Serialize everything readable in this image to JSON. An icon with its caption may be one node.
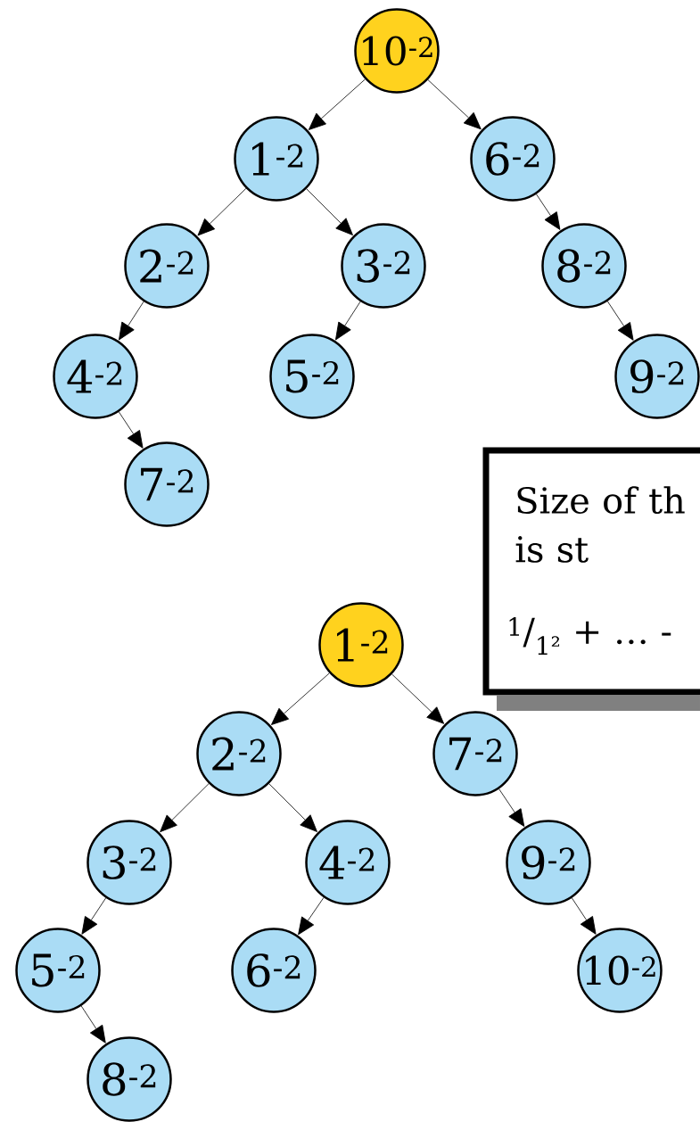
{
  "diagram": {
    "nodes": [
      {
        "text": [
          "10$^{-2}$"
        ]
      },
      {
        "text": [
          "1$^{-2}$"
        ]
      },
      {
        "text": [
          "6$^{-2}$"
        ]
      },
      {
        "text": [
          "2$^{-2}$"
        ]
      },
      {
        "text": [
          "3$^{-2}$"
        ]
      },
      {
        "text": [
          "8$^{-2}$"
        ]
      },
      {
        "text": [
          "4$^{-2}$"
        ]
      },
      {
        "text": [
          "5$^{-2}$"
        ]
      },
      {
        "text": [
          "9$^{-2}$"
        ]
      },
      {
        "text": [
          "7$^{-2}$"
        ]
      },
      {
        "text": [
          "Size of th is st",
          "$^{1}$/$_{1²}$ + … -"
        ]
      },
      {
        "text": [
          "1$^{-2}$"
        ]
      },
      {
        "text": [
          "2$^{-2}$"
        ]
      },
      {
        "text": [
          "7$^{-2}$"
        ]
      },
      {
        "text": [
          "3$^{-2}$"
        ]
      },
      {
        "text": [
          "4$^{-2}$"
        ]
      },
      {
        "text": [
          "9$^{-2}$"
        ]
      },
      {
        "text": [
          "5$^{-2}$"
        ]
      },
      {
        "text": [
          "6$^{-2}$"
        ]
      },
      {
        "text": [
          "10$^{-2}$"
        ]
      },
      {
        "text": [
          "8$^{-2}$"
        ]
      }
    ],
    "edges": [
      {
        "from": 0,
        "to": 1,
        "arrow": "to"
      },
      {
        "from": 0,
        "to": 2,
        "arrow": "to"
      },
      {
        "from": 1,
        "to": 3,
        "arrow": "to"
      },
      {
        "from": 1,
        "to": 4,
        "arrow": "to"
      },
      {
        "from": 2,
        "to": 5,
        "arrow": "to"
      },
      {
        "from": 3,
        "to": 6,
        "arrow": "to"
      },
      {
        "from": 4,
        "to": 7,
        "arrow": "to"
      },
      {
        "from": 5,
        "to": 8,
        "arrow": "to"
      },
      {
        "from": 6,
        "to": 9,
        "arrow": "to"
      },
      {
        "from": 11,
        "to": 12,
        "arrow": "to"
      },
      {
        "from": 11,
        "to": 13,
        "arrow": "to"
      },
      {
        "from": 12,
        "to": 14,
        "arrow": "to"
      },
      {
        "from": 12,
        "to": 15,
        "arrow": "to"
      },
      {
        "from": 13,
        "to": 16,
        "arrow": "to"
      },
      {
        "from": 14,
        "to": 17,
        "arrow": "to"
      },
      {
        "from": 15,
        "to": 18,
        "arrow": "to"
      },
      {
        "from": 16,
        "to": 19,
        "arrow": "to"
      },
      {
        "from": 17,
        "to": 20,
        "arrow": "to"
      }
    ]
  }
}
